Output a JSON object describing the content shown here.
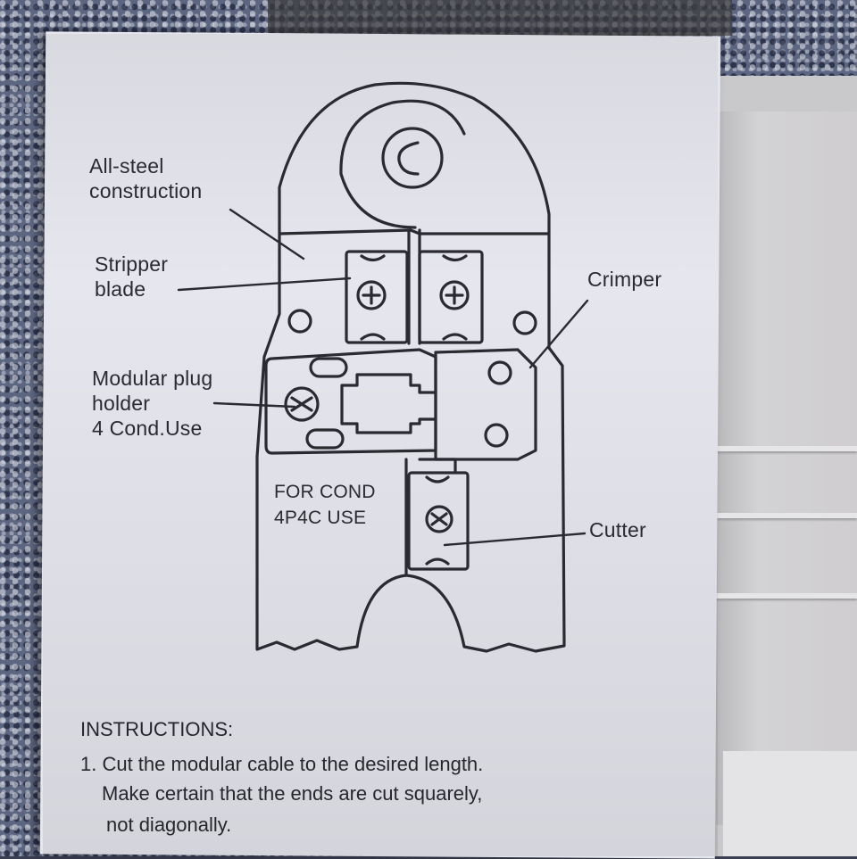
{
  "labels": {
    "all_steel": [
      "All-steel",
      "construction"
    ],
    "stripper": [
      "Stripper",
      "blade"
    ],
    "modular": [
      "Modular plug",
      "holder",
      "4 Cond.Use"
    ],
    "for_cond": [
      "FOR COND",
      "4P4C USE"
    ],
    "crimper": "Crimper",
    "cutter": "Cutter"
  },
  "instructions": {
    "heading": "INSTRUCTIONS:",
    "step1_line1": "1. Cut the modular cable to the desired length.",
    "step1_line2": "Make certain that the ends are cut squarely,",
    "step1_line3": "not diagonally."
  },
  "colors": {
    "ink": "#2a2a30",
    "paper": "#e6e6ee",
    "fabric": "#5d6680"
  }
}
